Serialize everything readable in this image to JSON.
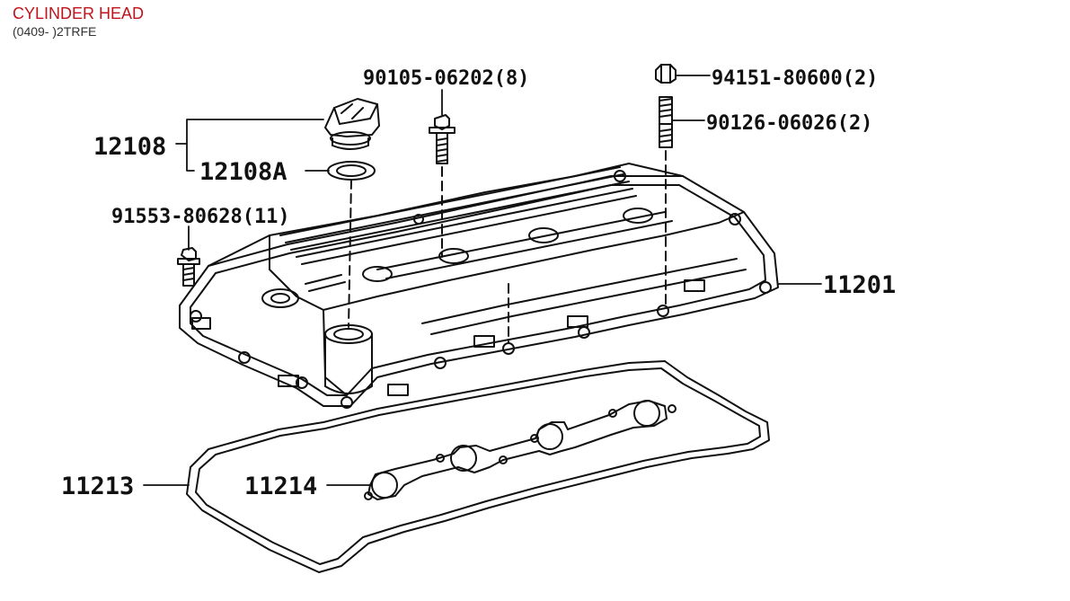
{
  "header": {
    "title": "CYLINDER HEAD",
    "subtitle": "(0409- )2TRFE"
  },
  "parts": {
    "p_90105": "90105-06202(8)",
    "p_94151": "94151-80600(2)",
    "p_90126": "90126-06026(2)",
    "p_12108": "12108",
    "p_12108a": "12108A",
    "p_91553": "91553-80628(11)",
    "p_11201": "11201",
    "p_11213": "11213",
    "p_11214": "11214"
  }
}
